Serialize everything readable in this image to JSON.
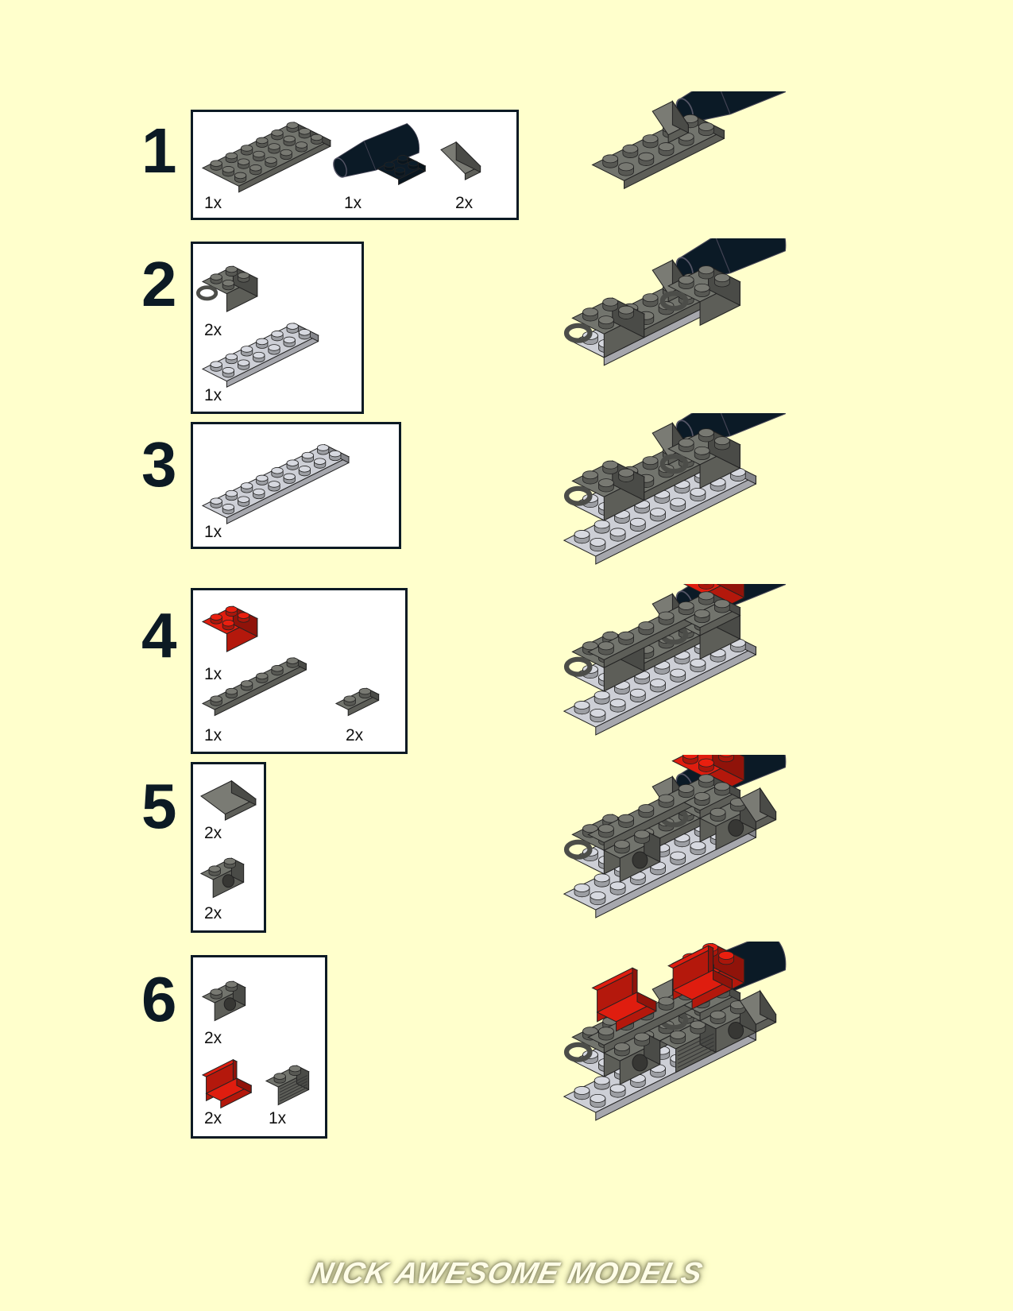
{
  "steps": [
    {
      "number": "1",
      "parts": [
        {
          "name": "wedge-plate",
          "qty": "1x"
        },
        {
          "name": "engine",
          "qty": "1x"
        },
        {
          "name": "slope-bracket",
          "qty": "2x"
        }
      ]
    },
    {
      "number": "2",
      "parts": [
        {
          "name": "brick-with-handle",
          "qty": "2x"
        },
        {
          "name": "plate-2x6",
          "qty": "1x"
        }
      ]
    },
    {
      "number": "3",
      "parts": [
        {
          "name": "plate-2x8",
          "qty": "1x"
        }
      ]
    },
    {
      "number": "4",
      "parts": [
        {
          "name": "brick-2x2-red",
          "qty": "1x"
        },
        {
          "name": "plate-1x6",
          "qty": "1x"
        },
        {
          "name": "plate-1x2",
          "qty": "2x"
        }
      ]
    },
    {
      "number": "5",
      "parts": [
        {
          "name": "slope",
          "qty": "2x"
        },
        {
          "name": "technic-brick",
          "qty": "2x"
        }
      ]
    },
    {
      "number": "6",
      "parts": [
        {
          "name": "technic-brick",
          "qty": "2x"
        },
        {
          "name": "seat-red",
          "qty": "2x"
        },
        {
          "name": "grille-brick",
          "qty": "1x"
        }
      ]
    }
  ],
  "footer": {
    "logo_text": "NICK AWESOME MODELS"
  },
  "colors": {
    "background": "#ffffcc",
    "dark_gray": "#6d6e68",
    "light_gray": "#c3c5cc",
    "red": "#d41c0e",
    "black": "#0b1a26"
  }
}
